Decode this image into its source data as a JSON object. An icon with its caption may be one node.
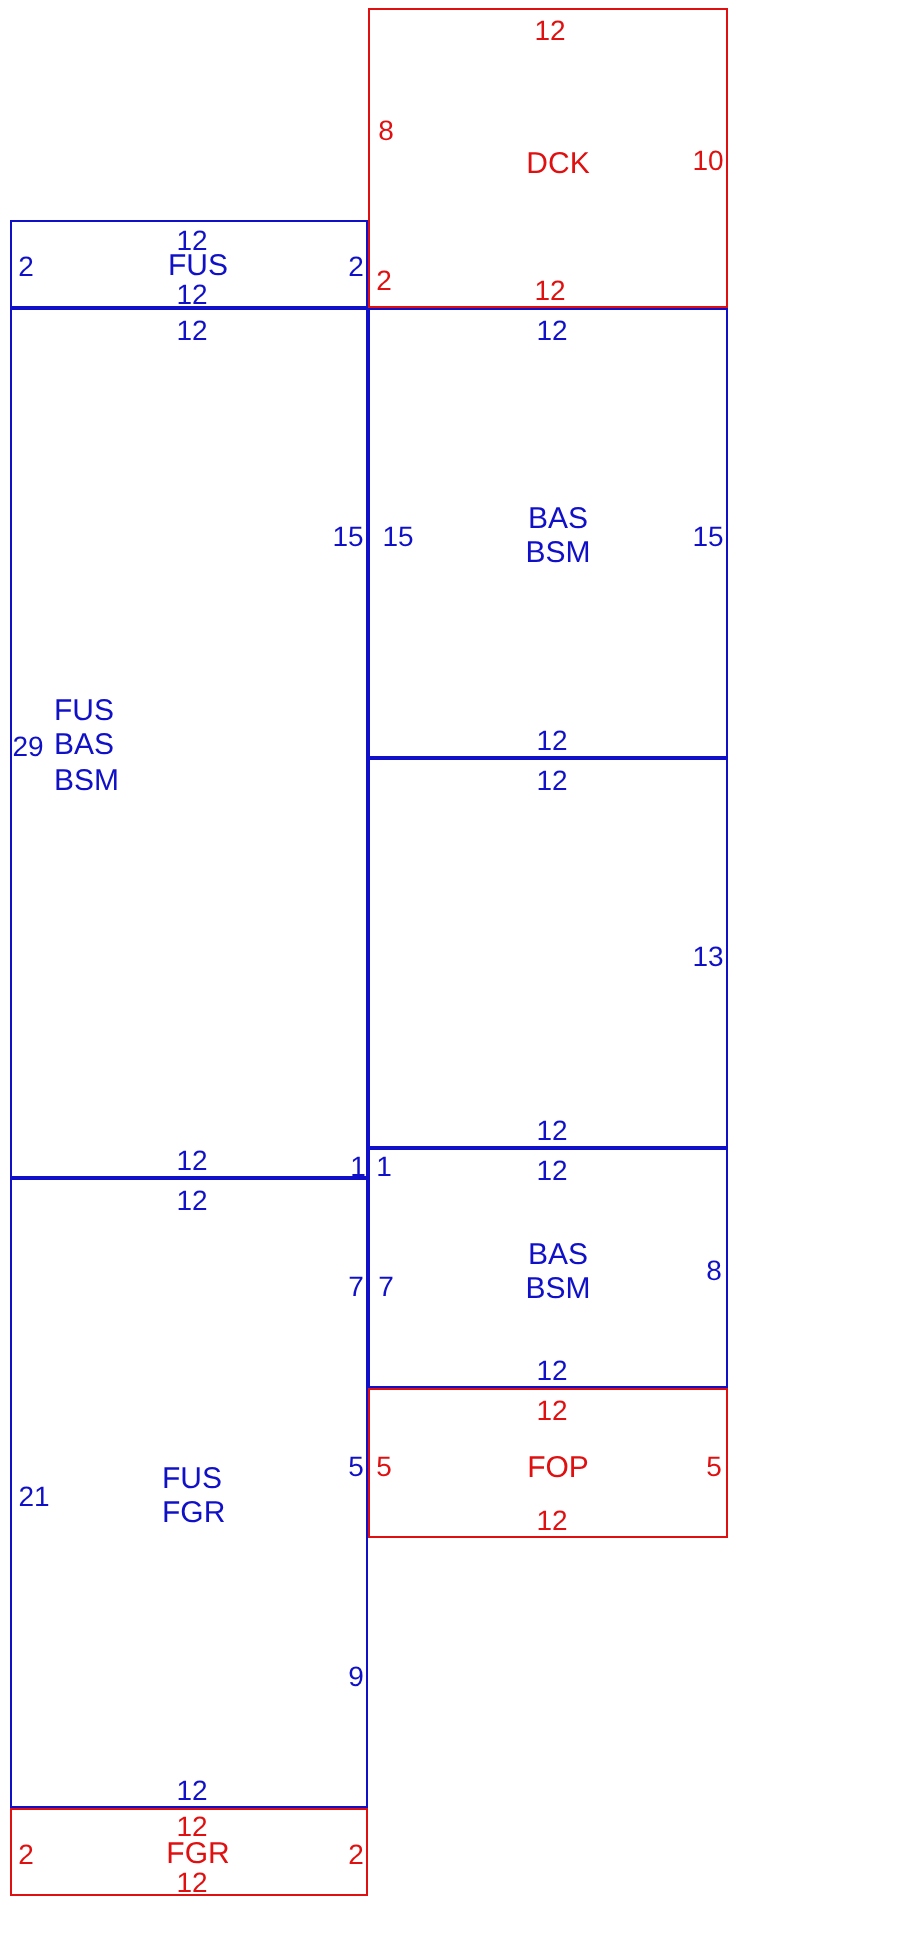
{
  "diagram": {
    "nodes": [
      {
        "text": [
          "DCK",
          "12",
          "8",
          "10",
          "2",
          "12"
        ]
      },
      {
        "text": [
          "FUS",
          "2",
          "12",
          "2",
          "12"
        ]
      },
      {
        "text": [
          "FUS BAS BSM",
          "12",
          "15",
          "29",
          "12",
          "1"
        ]
      },
      {
        "text": [
          "BAS BSM",
          "12",
          "15",
          "15",
          "12"
        ]
      },
      {
        "text": [
          "12",
          "13",
          "12"
        ]
      },
      {
        "text": [
          "BAS BSM",
          "1",
          "12",
          "7",
          "8",
          "12"
        ]
      },
      {
        "text": [
          "FOP",
          "12",
          "5",
          "5",
          "12"
        ]
      },
      {
        "text": [
          "FUS FGR",
          "12",
          "7",
          "21",
          "5",
          "9",
          "12"
        ]
      },
      {
        "text": [
          "FGR",
          "2",
          "12",
          "2",
          "12"
        ]
      }
    ],
    "edges": []
  }
}
